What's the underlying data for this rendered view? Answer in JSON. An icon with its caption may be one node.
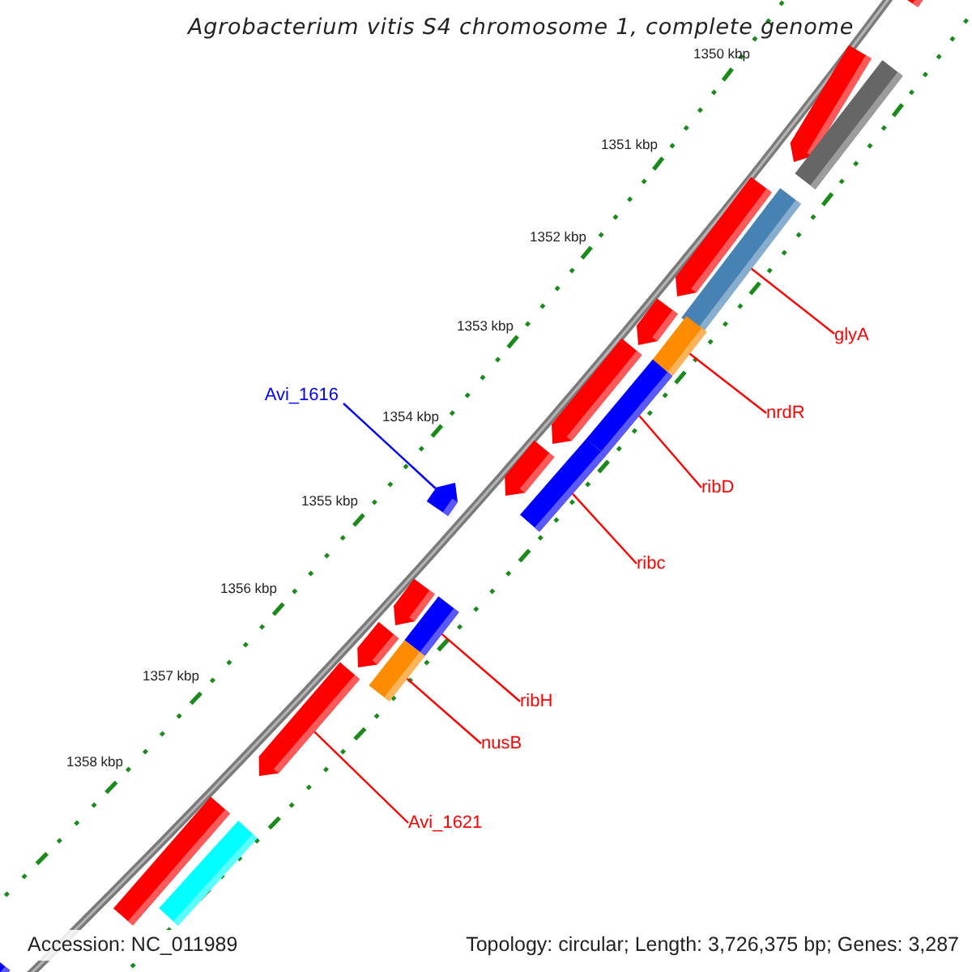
{
  "diagram": {
    "title": "Agrobacterium vitis S4 chromosome 1, complete genome",
    "nodes": [
      {
        "text": [
          "Avi_1616"
        ]
      },
      {
        "text": [
          "glyA"
        ]
      },
      {
        "text": [
          "nrdR"
        ]
      },
      {
        "text": [
          "ribD"
        ]
      },
      {
        "text": [
          "ribc"
        ]
      },
      {
        "text": [
          "ribH"
        ]
      },
      {
        "text": [
          "nusB"
        ]
      },
      {
        "text": [
          "Avi_1621"
        ]
      },
      {
        "text": [],
        "shape": "bar"
      },
      {
        "text": [],
        "shape": "bar"
      },
      {
        "text": [],
        "shape": "bar"
      },
      {
        "text": [],
        "shape": "bar"
      },
      {
        "text": [],
        "shape": "bar"
      },
      {
        "text": [],
        "shape": "bar"
      },
      {
        "text": [],
        "shape": "bar"
      },
      {
        "text": [],
        "shape": "bar"
      },
      {
        "text": [],
        "shape": "bar"
      },
      {
        "text": [],
        "shape": "bar"
      },
      {
        "text": [],
        "shape": "bar"
      },
      {
        "text": [],
        "shape": "bar"
      },
      {
        "text": [],
        "shape": "bar"
      },
      {
        "text": [],
        "shape": "bar"
      },
      {
        "text": [],
        "shape": "bar"
      },
      {
        "text": [],
        "shape": "bar"
      },
      {
        "text": [],
        "shape": "bar"
      },
      {
        "text": [],
        "shape": "bar"
      },
      {
        "text": [],
        "shape": "bar"
      },
      {
        "text": [],
        "shape": "bar"
      }
    ],
    "edges": [
      {
        "from": 0,
        "to": 8,
        "arrow": "none",
        "color": "#0000ff"
      },
      {
        "from": 1,
        "to": 9,
        "arrow": "none"
      },
      {
        "from": 2,
        "to": 10,
        "arrow": "none"
      },
      {
        "from": 3,
        "to": 11,
        "arrow": "none"
      },
      {
        "from": 4,
        "to": 12,
        "arrow": "none"
      },
      {
        "from": 5,
        "to": 13,
        "arrow": "none"
      },
      {
        "from": 6,
        "to": 14,
        "arrow": "none"
      },
      {
        "from": 7,
        "to": 15,
        "arrow": "none"
      }
    ],
    "labels": [
      "1350 kbp",
      "1351 kbp",
      "1352 kbp",
      "1353 kbp",
      "1354 kbp",
      "1355 kbp",
      "1356 kbp",
      "1357 kbp",
      "1358 kbp",
      "Accession: NC_011989",
      "Topology: circular; Length: 3,726,375 bp; Genes: 3,287"
    ]
  }
}
